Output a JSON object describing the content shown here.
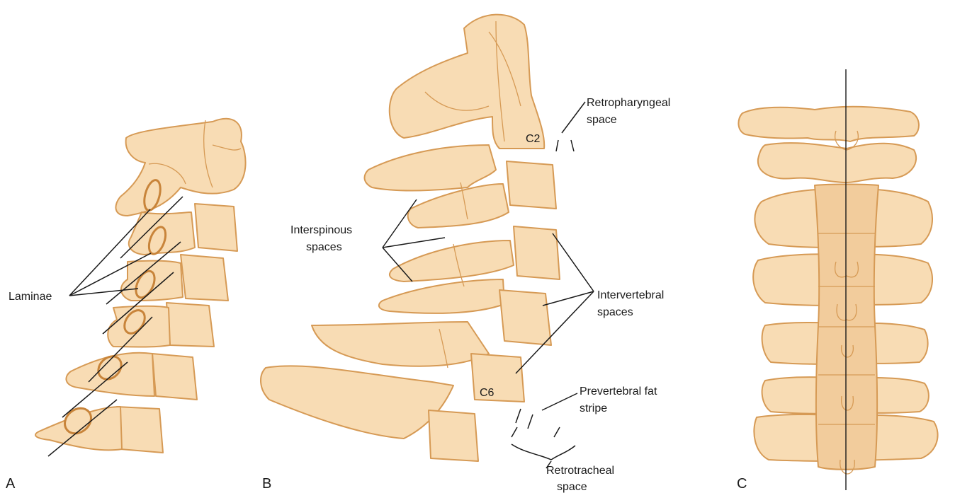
{
  "panels": {
    "a": {
      "letter": "A",
      "labels": {
        "laminae": "Laminae"
      }
    },
    "b": {
      "letter": "B",
      "labels": {
        "c2": "C2",
        "c6": "C6",
        "retropharyngeal_1": "Retropharyngeal",
        "retropharyngeal_2": "space",
        "interspinous_1": "Interspinous",
        "interspinous_2": "spaces",
        "intervertebral_1": "Intervertebral",
        "intervertebral_2": "spaces",
        "prevertebral_1": "Prevertebral fat",
        "prevertebral_2": "stripe",
        "retrotracheal_1": "Retrotracheal",
        "retrotracheal_2": "space"
      }
    },
    "c": {
      "letter": "C"
    }
  },
  "colors": {
    "bone_fill": "#f8dcb4",
    "bone_outline": "#d69a55",
    "label_text": "#1a1a1a"
  }
}
